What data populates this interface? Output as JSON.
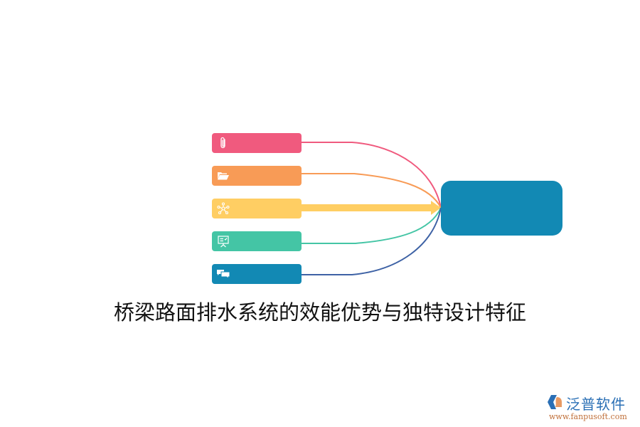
{
  "title": "桥梁路面排水系统的效能优势与独特设计特征",
  "center_node": {
    "label": "",
    "color": "#1289B4"
  },
  "nodes": [
    {
      "label": "",
      "icon": "paperclip-icon",
      "color": "#F05A7E",
      "link_color": "#F05A7E"
    },
    {
      "label": "",
      "icon": "folder-open-icon",
      "color": "#F89B56",
      "link_color": "#F89B56"
    },
    {
      "label": "",
      "icon": "network-icon",
      "color": "#FFCE63",
      "link_color": "#FFCE63"
    },
    {
      "label": "",
      "icon": "presentation-board-icon",
      "color": "#44C5A5",
      "link_color": "#44C5A5"
    },
    {
      "label": "",
      "icon": "chat-bubbles-icon",
      "color": "#1289B4",
      "link_color": "#3E62A5"
    }
  ],
  "brand": {
    "name": "泛普软件",
    "url": "www.fanpusoft.com"
  }
}
